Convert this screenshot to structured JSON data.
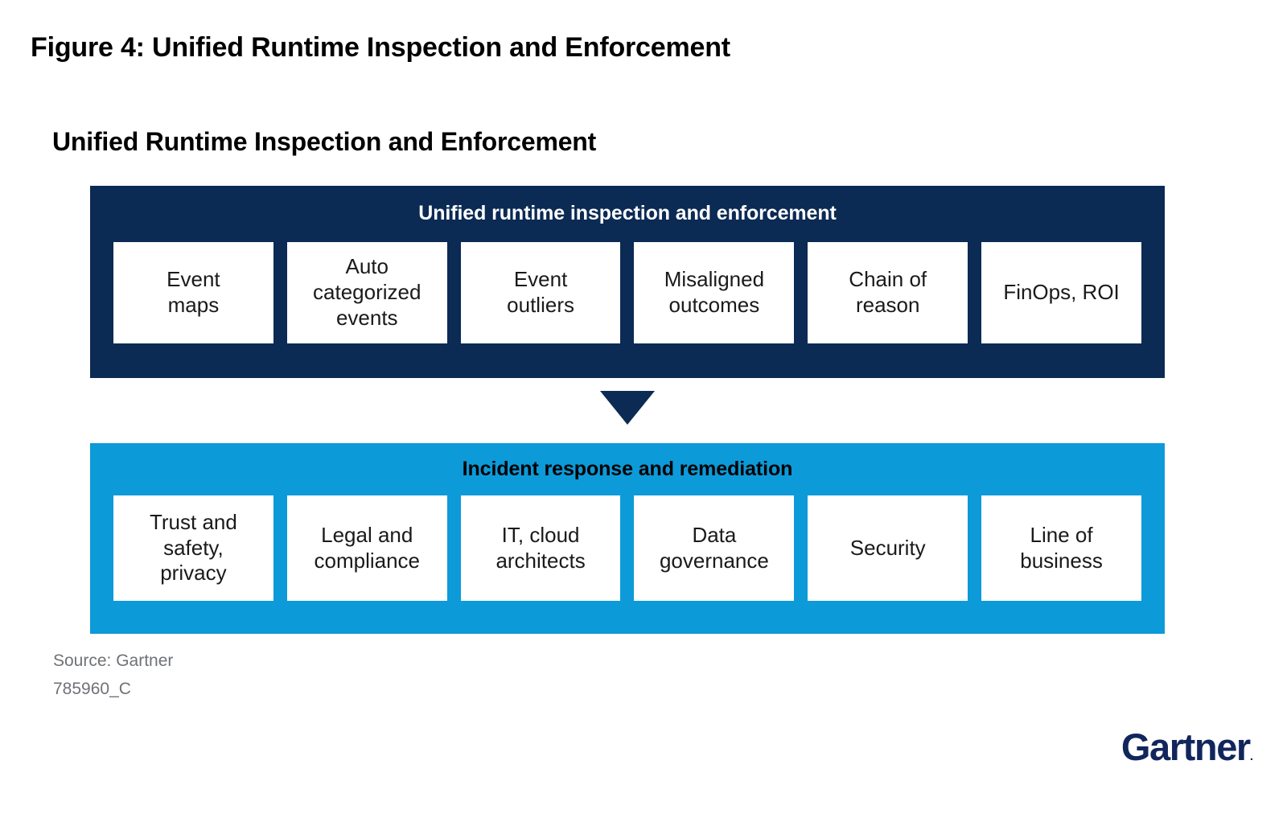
{
  "figure": {
    "title": "Figure 4: Unified Runtime Inspection and Enforcement",
    "heading": "Unified Runtime Inspection and Enforcement"
  },
  "colors": {
    "navy": "#0b2a54",
    "light_blue": "#0d9ad8",
    "box_fill": "#ffffff",
    "source_text": "#6f7276",
    "logo_navy": "#11265c"
  },
  "bands": [
    {
      "id": "unified-runtime-inspection",
      "title": "Unified runtime inspection and enforcement",
      "background": "#0b2a54",
      "title_color": "#ffffff",
      "cells": [
        {
          "label": "Event\nmaps"
        },
        {
          "label": "Auto\ncategorized\nevents"
        },
        {
          "label": "Event\noutliers"
        },
        {
          "label": "Misaligned\noutcomes"
        },
        {
          "label": "Chain of\nreason"
        },
        {
          "label": "FinOps, ROI"
        }
      ]
    },
    {
      "id": "incident-response",
      "title": "Incident response and remediation",
      "background": "#0d9ad8",
      "title_color": "#000000",
      "cells": [
        {
          "label": "Trust and\nsafety,\nprivacy"
        },
        {
          "label": "Legal and\ncompliance"
        },
        {
          "label": "IT, cloud\narchitects"
        },
        {
          "label": "Data\ngovernance"
        },
        {
          "label": "Security"
        },
        {
          "label": "Line of\nbusiness"
        }
      ]
    }
  ],
  "connector": {
    "icon": "triangle-down-icon",
    "color": "#0b2a54"
  },
  "footer": {
    "source": "Source: Gartner",
    "code": "785960_C",
    "logo_text": "Gartner",
    "logo_mark": "."
  }
}
